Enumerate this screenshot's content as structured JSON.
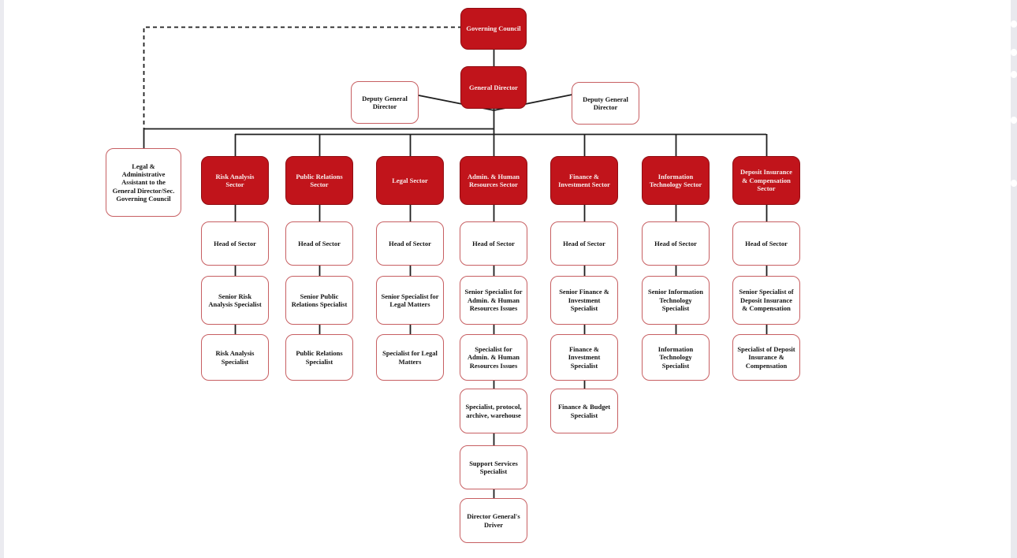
{
  "colors": {
    "red_box_fill": "#c1141b",
    "red_box_border": "#8f0d12",
    "red_box_text": "#f8ecec",
    "white_box_border": "#c75f62",
    "white_box_text": "#141414",
    "connector_line": "#1f1f1f",
    "page_edge": "#e9e9ee"
  },
  "org_chart": {
    "top": {
      "governing_council": "Governing Council",
      "general_director": "General Director",
      "deputy_general_director_left": "Deputy General Director",
      "deputy_general_director_right": "Deputy General Director",
      "legal_admin_assistant": "Legal & Administrative Assistant to the General Director/Sec. Governing Council"
    },
    "columns": [
      {
        "sector": "Risk Analysis Sector",
        "roles": [
          "Head of Sector",
          "Senior Risk Analysis Specialist",
          "Risk Analysis Specialist"
        ]
      },
      {
        "sector": "Public Relations Sector",
        "roles": [
          "Head of Sector",
          "Senior Public Relations Specialist",
          "Public Relations Specialist"
        ]
      },
      {
        "sector": "Legal Sector",
        "roles": [
          "Head of Sector",
          "Senior Specialist for Legal Matters",
          "Specialist for Legal Matters"
        ]
      },
      {
        "sector": "Admin. & Human Resources Sector",
        "roles": [
          "Head of Sector",
          "Senior Specialist for Admin. & Human Resources Issues",
          "Specialist for Admin. & Human Resources Issues",
          "Specialist, protocol, archive, warehouse",
          "Support Services Specialist",
          "Director General's Driver"
        ]
      },
      {
        "sector": "Finance & Investment Sector",
        "roles": [
          "Head of Sector",
          "Senior Finance & Investment Specialist",
          "Finance & Investment Specialist",
          "Finance & Budget Specialist"
        ]
      },
      {
        "sector": "Information Technology Sector",
        "roles": [
          "Head of Sector",
          "Senior Information Technology Specialist",
          "Information Technology Specialist"
        ]
      },
      {
        "sector": "Deposit Insurance & Compensation Sector",
        "roles": [
          "Head of Sector",
          "Senior Specialist of Deposit Insurance & Compensation",
          "Specialist of Deposit Insurance & Compensation"
        ]
      }
    ]
  }
}
